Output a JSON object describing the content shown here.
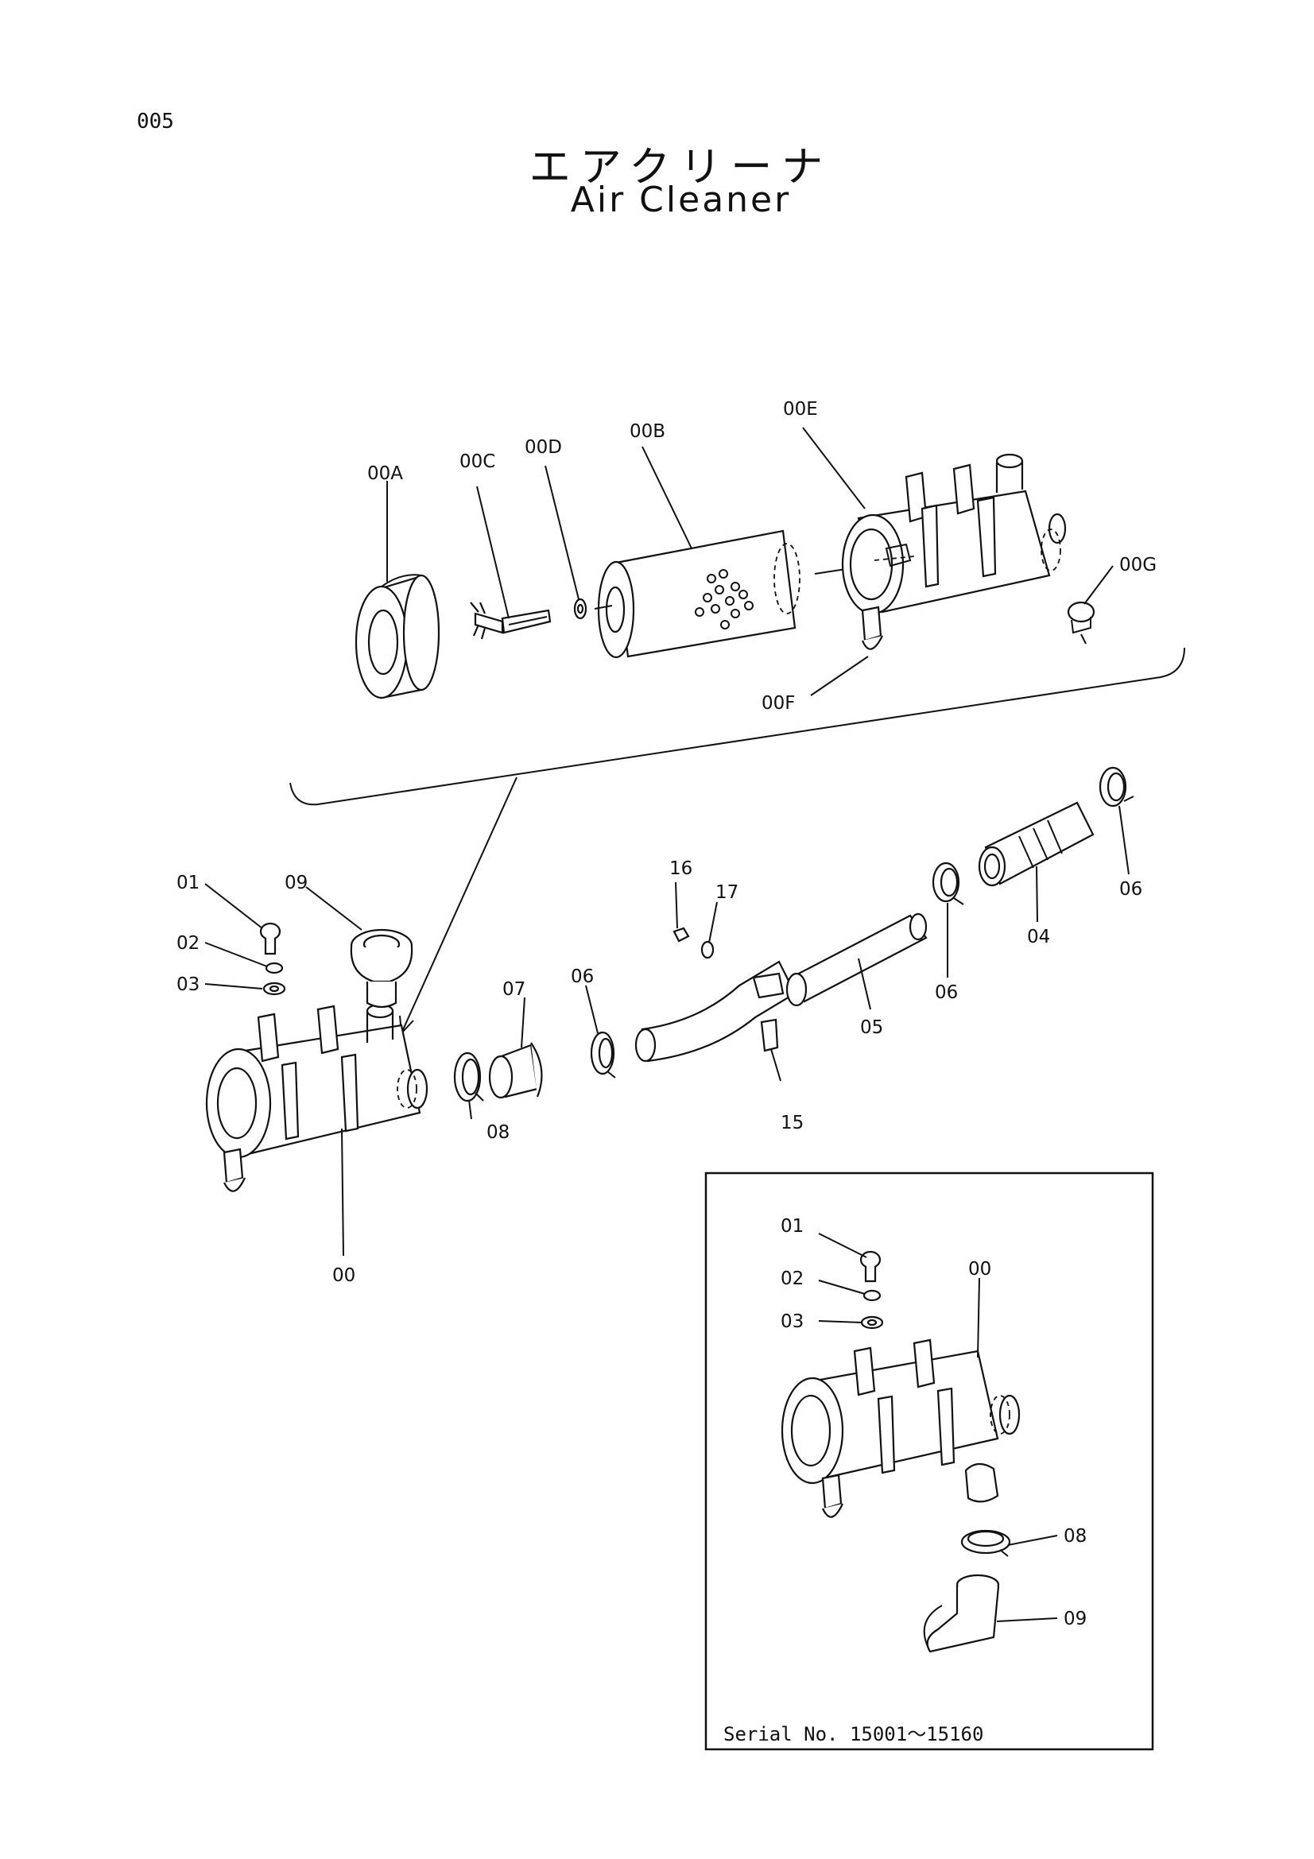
{
  "page_number": "005",
  "title_jp": "エアクリーナ",
  "title_en": "Air Cleaner",
  "serial_note": "Serial No. 15001～15160",
  "callouts": {
    "c00A": "00A",
    "c00B": "00B",
    "c00C": "00C",
    "c00D": "00D",
    "c00E": "00E",
    "c00F": "00F",
    "c00G": "00G",
    "c00": "00",
    "c01": "01",
    "c02": "02",
    "c03": "03",
    "c04": "04",
    "c05": "05",
    "c06a": "06",
    "c06b": "06",
    "c06c": "06",
    "c07": "07",
    "c08": "08",
    "c09": "09",
    "c15": "15",
    "c16": "16",
    "c17": "17",
    "i00": "00",
    "i01": "01",
    "i02": "02",
    "i03": "03",
    "i08": "08",
    "i09": "09"
  }
}
